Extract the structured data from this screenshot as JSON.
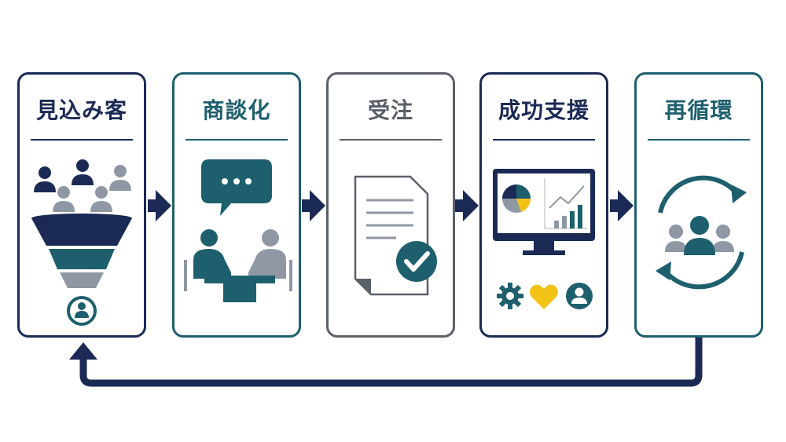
{
  "colors": {
    "navy": "#1b2a55",
    "teal": "#1e5f6e",
    "gray": "#8e97a3",
    "dark_gray": "#5a6068",
    "yellow": "#f2c316",
    "light_gray": "#c9ced4"
  },
  "stages": [
    {
      "title": "見込み客",
      "icon": "funnel-people-icon",
      "border": "#1b2a55"
    },
    {
      "title": "商談化",
      "icon": "meeting-chat-icon",
      "border": "#1e5f6e"
    },
    {
      "title": "受注",
      "icon": "contract-check-icon",
      "border": "#5a6068"
    },
    {
      "title": "成功支援",
      "icon": "dashboard-support-icon",
      "border": "#1b2a55"
    },
    {
      "title": "再循環",
      "icon": "recycle-people-icon",
      "border": "#1e5f6e"
    }
  ]
}
